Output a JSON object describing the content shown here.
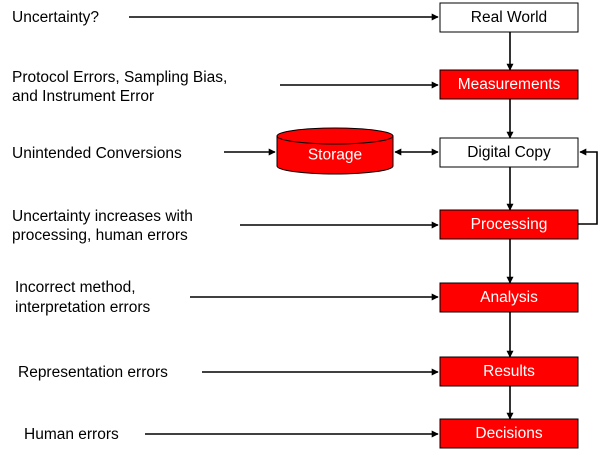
{
  "colors": {
    "red_box": "#ff0000",
    "white_box": "#ffffff",
    "line": "#000000"
  },
  "boxes": {
    "real_world": "Real World",
    "measurements": "Measurements",
    "digital_copy": "Digital Copy",
    "processing": "Processing",
    "analysis": "Analysis",
    "results": "Results",
    "decisions": "Decisions"
  },
  "storage": "Storage",
  "error_sources": {
    "uncertainty": "Uncertainty?",
    "measurement_line1": "Protocol Errors, Sampling Bias,",
    "measurement_line2": "and Instrument Error",
    "conversions": "Unintended Conversions",
    "processing_line1": "Uncertainty increases with",
    "processing_line2": "processing, human errors",
    "analysis_line1": "Incorrect method,",
    "analysis_line2": "interpretation errors",
    "results": "Representation errors",
    "decisions": "Human errors"
  }
}
